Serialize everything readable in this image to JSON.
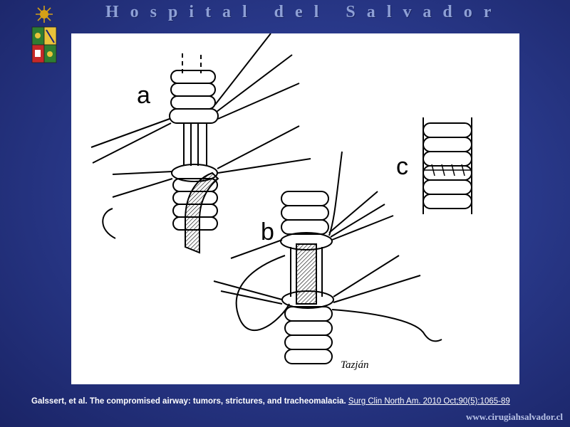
{
  "header": {
    "title": "Hospital del Salvador"
  },
  "figure": {
    "panel_labels": [
      "a",
      "b",
      "c"
    ],
    "signature": "Tazján"
  },
  "caption": {
    "citation": "Galssert, et al. The compromised airway: tumors, strictures, and tracheomalacia.",
    "reference_link": "Surg Clin North Am. 2010 Oct;90(5):1065-89"
  },
  "footer": {
    "website": "www.cirugiahsalvador.cl"
  },
  "colors": {
    "background": "#2a3a8c",
    "header_text": "#8ea0d6",
    "figure_bg": "#ffffff"
  }
}
